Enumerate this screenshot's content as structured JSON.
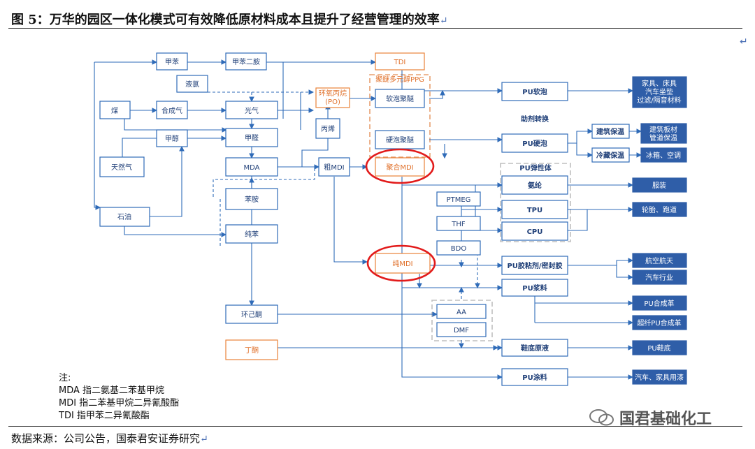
{
  "figure": {
    "title": "图 5：万华的园区一体化模式可有效降低原材料成本且提升了经营管理的效率",
    "return_mark": "↵",
    "source": "数据来源：公司公告，国泰君安证券研究",
    "notes_header": "注:",
    "notes": [
      "MDA 指二氨基二苯基甲烷",
      "MDI 指二苯基甲烷二异氰酸酯",
      "TDI 指甲苯二异氰酸酯"
    ],
    "watermark": "国君基础化工"
  },
  "nodes": {
    "toluene": "甲苯",
    "tda": "甲苯二胺",
    "tdi": "TDI",
    "liquid_chlorine": "液氯",
    "po": "环氧丙烷\n(PO)",
    "ppg_group": "聚醚多元醇PPG",
    "soft_foam_polyether": "软泡聚醚",
    "coal": "煤",
    "syngas": "合成气",
    "phosgene": "光气",
    "propylene": "丙烯",
    "methanol": "甲醇",
    "formaldehyde": "甲醛",
    "natural_gas": "天然气",
    "mda": "MDA",
    "crude_mdi": "粗MDI",
    "hard_foam_polyether": "硬泡聚醚",
    "polymeric_mdi": "聚合MDI",
    "aniline": "苯胺",
    "petroleum": "石油",
    "benzene": "纯苯",
    "pure_mdi": "纯MDI",
    "ptmeg": "PTMEG",
    "thf": "THF",
    "bdo": "BDO",
    "cyclohexanone": "环己酮",
    "aa": "AA",
    "dmf": "DMF",
    "butanone": "丁酮",
    "pu_soft_foam": "PU软泡",
    "foaming_agent_switch": "助剂转换",
    "pu_hard_foam": "PU硬泡",
    "building_insulation": "建筑保温",
    "cold_chain_insulation": "冷藏保温",
    "pu_elastomer_group": "PU弹性体",
    "spandex": "氨纶",
    "tpu": "TPU",
    "cpu": "CPU",
    "pu_adhesive": "PU胶粘剂/密封胶",
    "pu_slurry": "PU浆料",
    "shoe_sole_liquid": "鞋底原液",
    "pu_coating": "PU涂料",
    "out_furniture": "家具、床具\n汽车坐垫\n过滤/隔音材料",
    "out_building_panels": "建筑板材\n管道保温",
    "out_fridge": "冰箱、空调",
    "out_apparel": "服装",
    "out_tires": "轮胎、跑道",
    "out_aerospace": "航空航天",
    "out_auto": "汽车行业",
    "out_pu_leather": "PU合成革",
    "out_microfiber": "超纤PU合成革",
    "out_pu_shoe": "PU鞋底",
    "out_auto_furniture_paint": "汽车、家具用漆"
  },
  "colors": {
    "node_stroke": "#2f6bb8",
    "orange_stroke": "#e8833a",
    "solid_fill": "#2f5ea8",
    "highlight_ring": "#e21b1b",
    "text": "#1f3f78"
  }
}
